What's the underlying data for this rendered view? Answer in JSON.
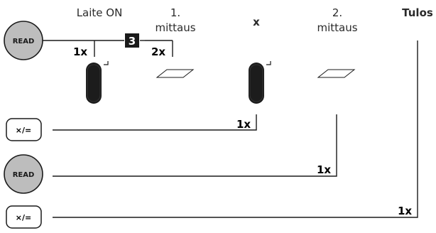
{
  "headers": {
    "device_on": "Laite ON",
    "first_line1": "1.",
    "first_line2": "mittaus",
    "multiply": "x",
    "second_line1": "2.",
    "second_line2": "mittaus",
    "result": "Tulos"
  },
  "step_badge": "3",
  "buttons": {
    "read_top": "READ",
    "mult_eq_top": "×/=",
    "read_bottom": "READ",
    "mult_eq_bottom": "×/="
  },
  "press_counts": {
    "read_on": "1x",
    "read_first": "2x",
    "mult_eq_first": "1x",
    "read_second": "1x",
    "mult_eq_result": "1x"
  },
  "colors": {
    "line": "#1a1a1a",
    "button_fill": "#bdbdbd",
    "badge_fill": "#1a1a1a",
    "device_fill": "#1c1c1c"
  },
  "icons": [
    "round-read-button",
    "square-multiply-equals-button",
    "device-body",
    "laser-plane"
  ]
}
